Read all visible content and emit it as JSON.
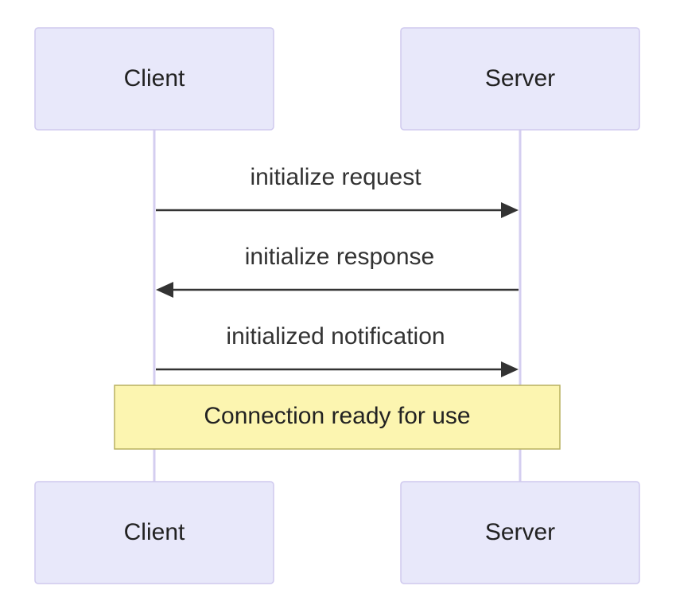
{
  "actors": {
    "client": "Client",
    "server": "Server"
  },
  "messages": [
    {
      "label": "initialize request",
      "from": "client",
      "to": "server"
    },
    {
      "label": "initialize response",
      "from": "server",
      "to": "client"
    },
    {
      "label": "initialized notification",
      "from": "client",
      "to": "server"
    }
  ],
  "note": {
    "text": "Connection ready for use"
  },
  "colors": {
    "actor_fill": "#e8e8fa",
    "actor_border": "#cfc9ee",
    "lifeline": "#d4cef0",
    "arrow": "#333333",
    "note_fill": "#fcf5b0",
    "note_border": "#b8b060"
  }
}
